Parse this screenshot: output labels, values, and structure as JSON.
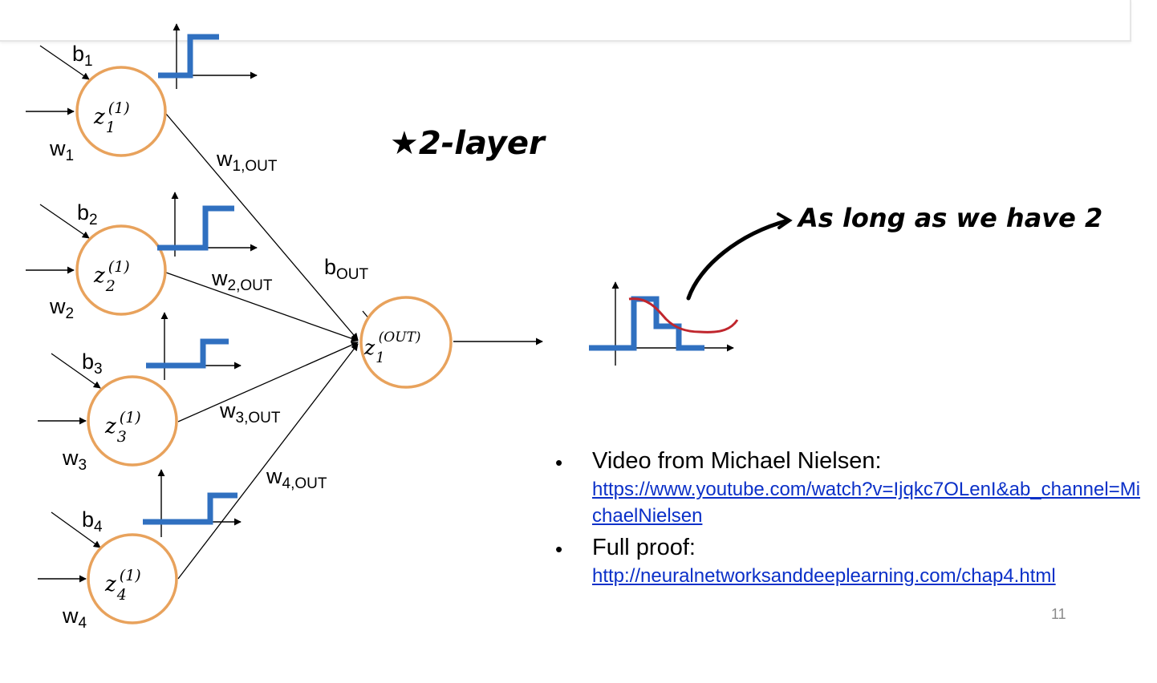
{
  "inputs": [
    {
      "bias": "b",
      "bias_sub": "1",
      "weight": "w",
      "weight_sub": "1",
      "out_weight": "w",
      "out_weight_sub": "1,OUT",
      "node": "z",
      "node_sub": "1",
      "node_sup": "(1)"
    },
    {
      "bias": "b",
      "bias_sub": "2",
      "weight": "w",
      "weight_sub": "2",
      "out_weight": "w",
      "out_weight_sub": "2,OUT",
      "node": "z",
      "node_sub": "2",
      "node_sup": "(1)"
    },
    {
      "bias": "b",
      "bias_sub": "3",
      "weight": "w",
      "weight_sub": "3",
      "out_weight": "w",
      "out_weight_sub": "3,OUT",
      "node": "z",
      "node_sub": "3",
      "node_sup": "(1)"
    },
    {
      "bias": "b",
      "bias_sub": "4",
      "weight": "w",
      "weight_sub": "4",
      "out_weight": "w",
      "out_weight_sub": "4,OUT",
      "node": "z",
      "node_sub": "4",
      "node_sup": "(1)"
    }
  ],
  "output": {
    "bias": "b",
    "bias_sub": "OUT",
    "node": "z",
    "node_sub": "1",
    "node_sup": "(OUT)"
  },
  "annotations": {
    "layers": "★2-layer",
    "as_long": "As long as we have 2"
  },
  "bullets": [
    {
      "text": "Video from Michael Nielsen:",
      "link": "https://www.youtube.com/watch?v=Ijqkc7OLenI&ab_channel=MichaelNielsen"
    },
    {
      "text": "Full proof:",
      "link": "http://neuralnetworksanddeeplearning.com/chap4.html"
    }
  ],
  "bullet_symbol": "•",
  "page_number": "11",
  "colors": {
    "node_ring": "#e8a25c",
    "step": "#3070c0",
    "curve": "#c0262d",
    "link": "#0b30c8"
  }
}
